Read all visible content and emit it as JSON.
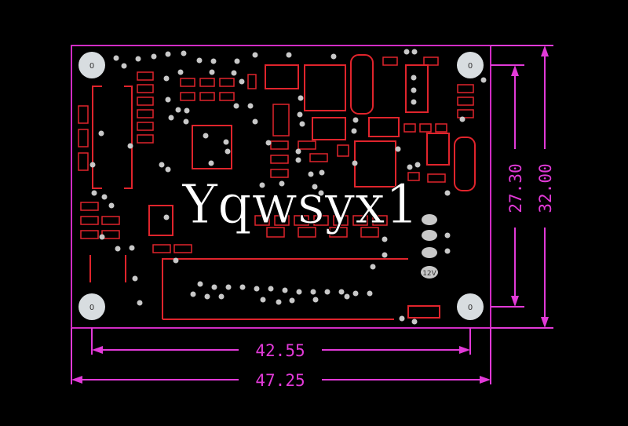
{
  "board": {
    "mount_hole_label": "0",
    "voltage_label": "12V",
    "watermark": "Yqwsyx1"
  },
  "dimensions": {
    "inner_width": "42.55",
    "outer_width": "47.25",
    "inner_height": "27.30",
    "outer_height": "32.00"
  },
  "colors": {
    "background": "#000000",
    "board_outline": "#d12cc4",
    "dimension": "#e23ad8",
    "copper": "#e0242c",
    "silk": "#c8c8c8"
  }
}
